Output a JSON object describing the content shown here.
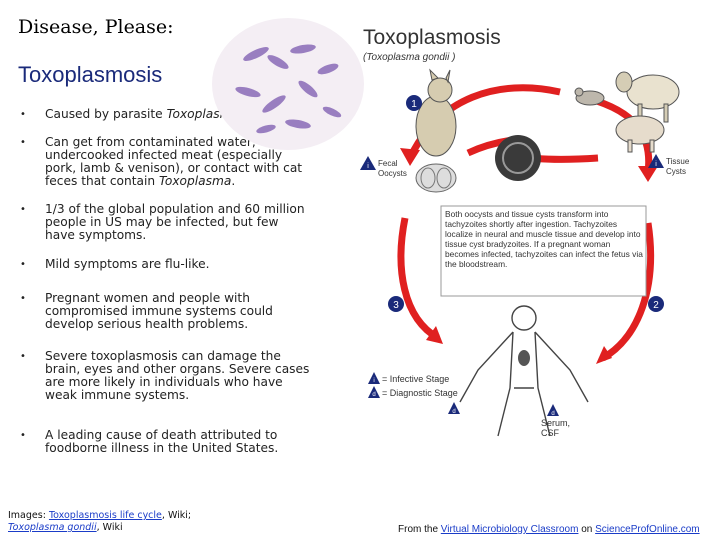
{
  "header": {
    "text": "Disease, Please:"
  },
  "slide": {
    "title": "Toxoplasmosis"
  },
  "bullets": [
    {
      "text": "Caused by parasite ",
      "italic": "Toxoplasma gondii",
      "after": "."
    },
    {
      "text": "Can get from contaminated water, eating undercooked infected meat (especially pork, lamb & venison), or contact with cat feces that contain ",
      "italic": "Toxoplasma",
      "after": "."
    },
    {
      "text": "1/3 of the global population and 60 million people in US may be infected, but few have symptoms.",
      "italic": "",
      "after": ""
    },
    {
      "text": "Mild symptoms are flu-like.",
      "italic": "",
      "after": ""
    },
    {
      "text": "Pregnant women and people with compromised immune systems could develop serious health problems.",
      "italic": "",
      "after": ""
    },
    {
      "text": "Severe toxoplasmosis can damage the brain, eyes and other organs. Severe cases are more likely in individuals who have weak immune systems.",
      "italic": "",
      "after": ""
    },
    {
      "text": "A leading cause of death attributed to foodborne illness in the United States.",
      "italic": "",
      "after": ""
    }
  ],
  "bullet_symbol": "•",
  "credits": {
    "prefix": "Images: ",
    "link1": "Toxoplasmosis life cycle",
    "sep1": ", Wiki;",
    "link2": "Toxoplasma gondii",
    "sep2": ", Wiki"
  },
  "footer": {
    "prefix": "From the ",
    "link1": "Virtual Microbiology Classroom",
    "mid": " on ",
    "link2": "ScienceProfOnline.com"
  },
  "diagram": {
    "title": "Toxoplasmosis",
    "subtitle": "(Toxoplasma gondii )",
    "step_numbers": [
      "1",
      "2",
      "3"
    ],
    "fecal_label": "Fecal\nOocysts",
    "tissue_label": "Tissue\nCysts",
    "description": "Both oocysts and tissue cysts transform into tachyzoites shortly after ingestion. Tachyzoites localize in neural and muscle tissue and develop into tissue cyst bradyzoites. If a pregnant woman becomes infected, tachyzoites can infect the fetus via the bloodstream.",
    "legend_infective": "= Infective Stage",
    "legend_diagnostic": "= Diagnostic Stage",
    "serum_label": "Serum,\nCSF",
    "arrow_color": "#e02020",
    "badge_color": "#1a2a7a"
  }
}
